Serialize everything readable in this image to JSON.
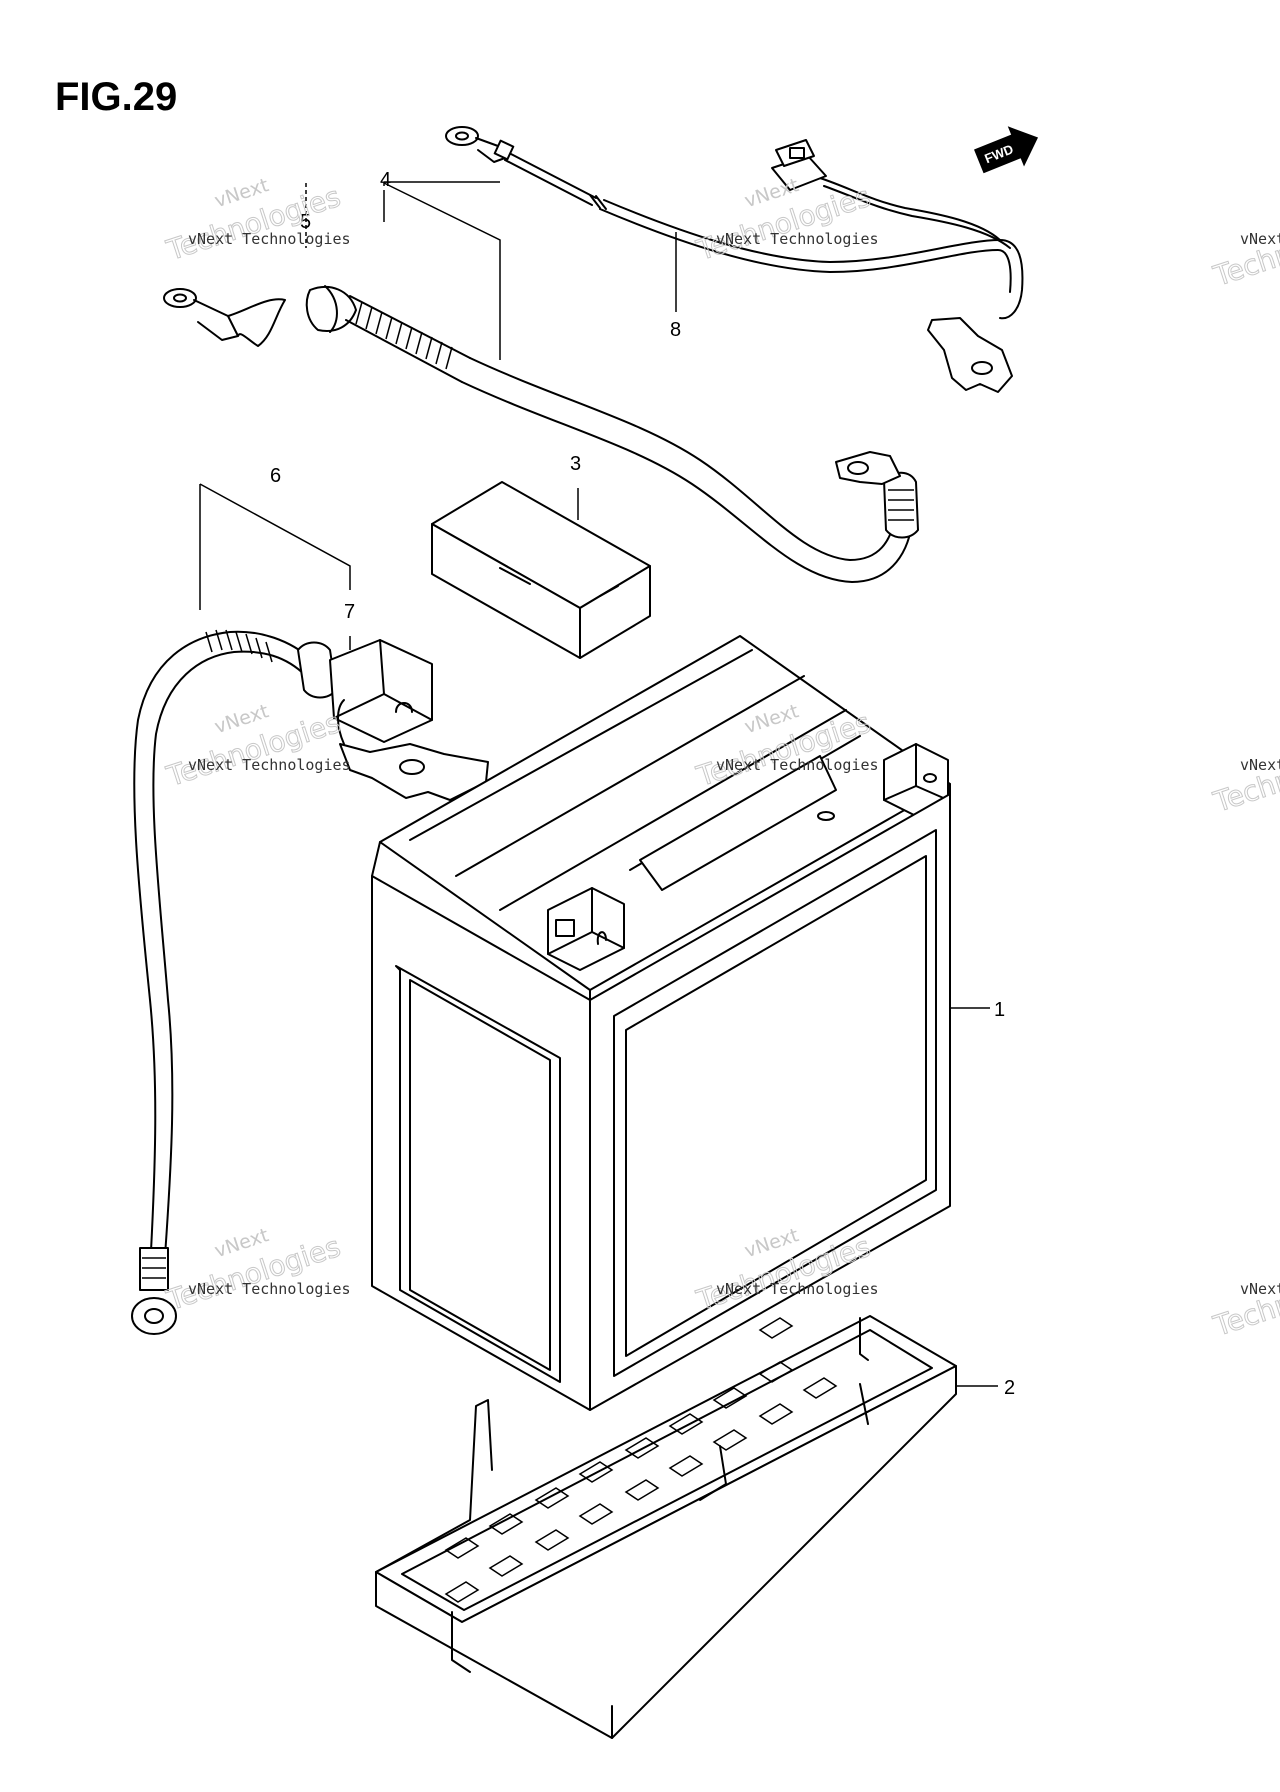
{
  "figure": {
    "title": "FIG.29"
  },
  "direction_badge": {
    "label": "FWD"
  },
  "callouts": [
    {
      "id": "1",
      "label": "1"
    },
    {
      "id": "2",
      "label": "2"
    },
    {
      "id": "3",
      "label": "3"
    },
    {
      "id": "4",
      "label": "4"
    },
    {
      "id": "5",
      "label": "5"
    },
    {
      "id": "6",
      "label": "6"
    },
    {
      "id": "7",
      "label": "7"
    },
    {
      "id": "8",
      "label": "8"
    }
  ],
  "watermark": {
    "line1": "vNext",
    "line2": "Technologies",
    "small": "vNext Technologies"
  }
}
